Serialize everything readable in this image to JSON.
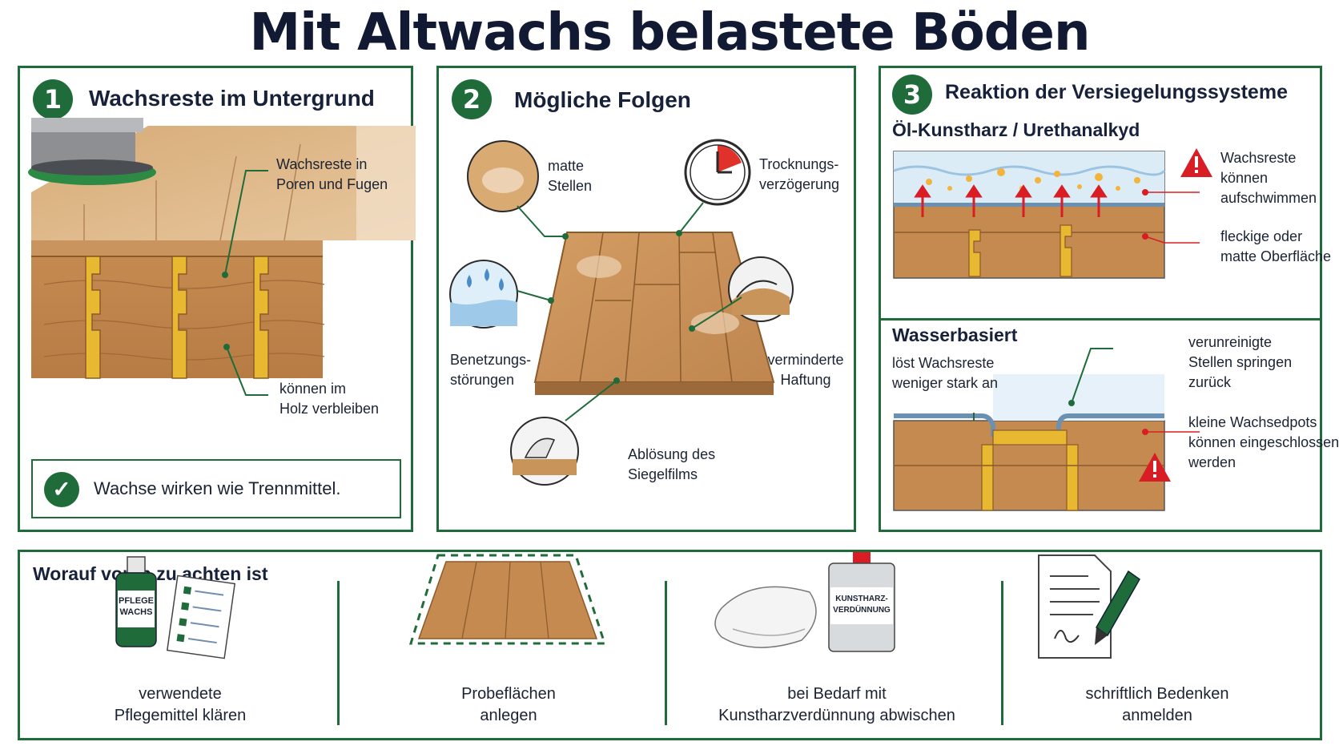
{
  "title": "Mit Altwachs belastete Böden",
  "panel1": {
    "number": "1",
    "title": "Wachsreste im Untergrund",
    "label_top": [
      "Wachsreste in",
      "Poren und Fugen"
    ],
    "label_bottom": [
      "können im",
      "Holz verbleiben"
    ],
    "note": "Wachse wirken wie Trennmittel."
  },
  "panel2": {
    "number": "2",
    "title": "Mögliche Folgen",
    "matte": [
      "matte",
      "Stellen"
    ],
    "drying": [
      "Trocknungs-",
      "verzögerung"
    ],
    "wetting": [
      "Benetzungs-",
      "störungen"
    ],
    "adhesion": [
      "verminderte",
      "Haftung"
    ],
    "peeling": [
      "Ablösung des",
      "Siegelfilms"
    ]
  },
  "panel3": {
    "number": "3",
    "title": "Reaktion der Versiegelungssysteme",
    "section_a": {
      "title": "Öl-Kunstharz / Urethanalkyd",
      "warn1": [
        "Wachsreste",
        "können",
        "aufschwimmen"
      ],
      "warn2": [
        "fleckige oder",
        "matte Oberfläche"
      ]
    },
    "section_b": {
      "title": "Wasserbasiert",
      "left": [
        "löst Wachsreste",
        "weniger stark an"
      ],
      "right1": [
        "verunreinigte",
        "Stellen springen",
        "zurück"
      ],
      "right2": [
        "kleine Wachsedpots",
        "können eingeschlossen",
        "werden"
      ]
    }
  },
  "checklist": {
    "title": "Worauf vorab zu achten ist",
    "bottle_label": [
      "PFLEGE",
      "WACHS"
    ],
    "can_label": [
      "KUNSTHARZ-",
      "VERDÜNNUNG"
    ],
    "items": [
      [
        "verwendete",
        "Pflegemittel klären"
      ],
      [
        "Probeflächen",
        "anlegen"
      ],
      [
        "bei Bedarf mit",
        "Kunstharzverdünnung abwischen"
      ],
      [
        "schriftlich Bedenken",
        "anmelden"
      ]
    ]
  },
  "colors": {
    "accent": "#1f6b3a",
    "title": "#121a33",
    "wood": "#c8945a",
    "wax": "#e8b830",
    "warning": "#d81e24",
    "water": "#cfe6f5"
  },
  "icons": [
    "check-icon",
    "warning-icon",
    "clock-icon",
    "water-drops-icon",
    "pen-icon",
    "document-icon"
  ]
}
